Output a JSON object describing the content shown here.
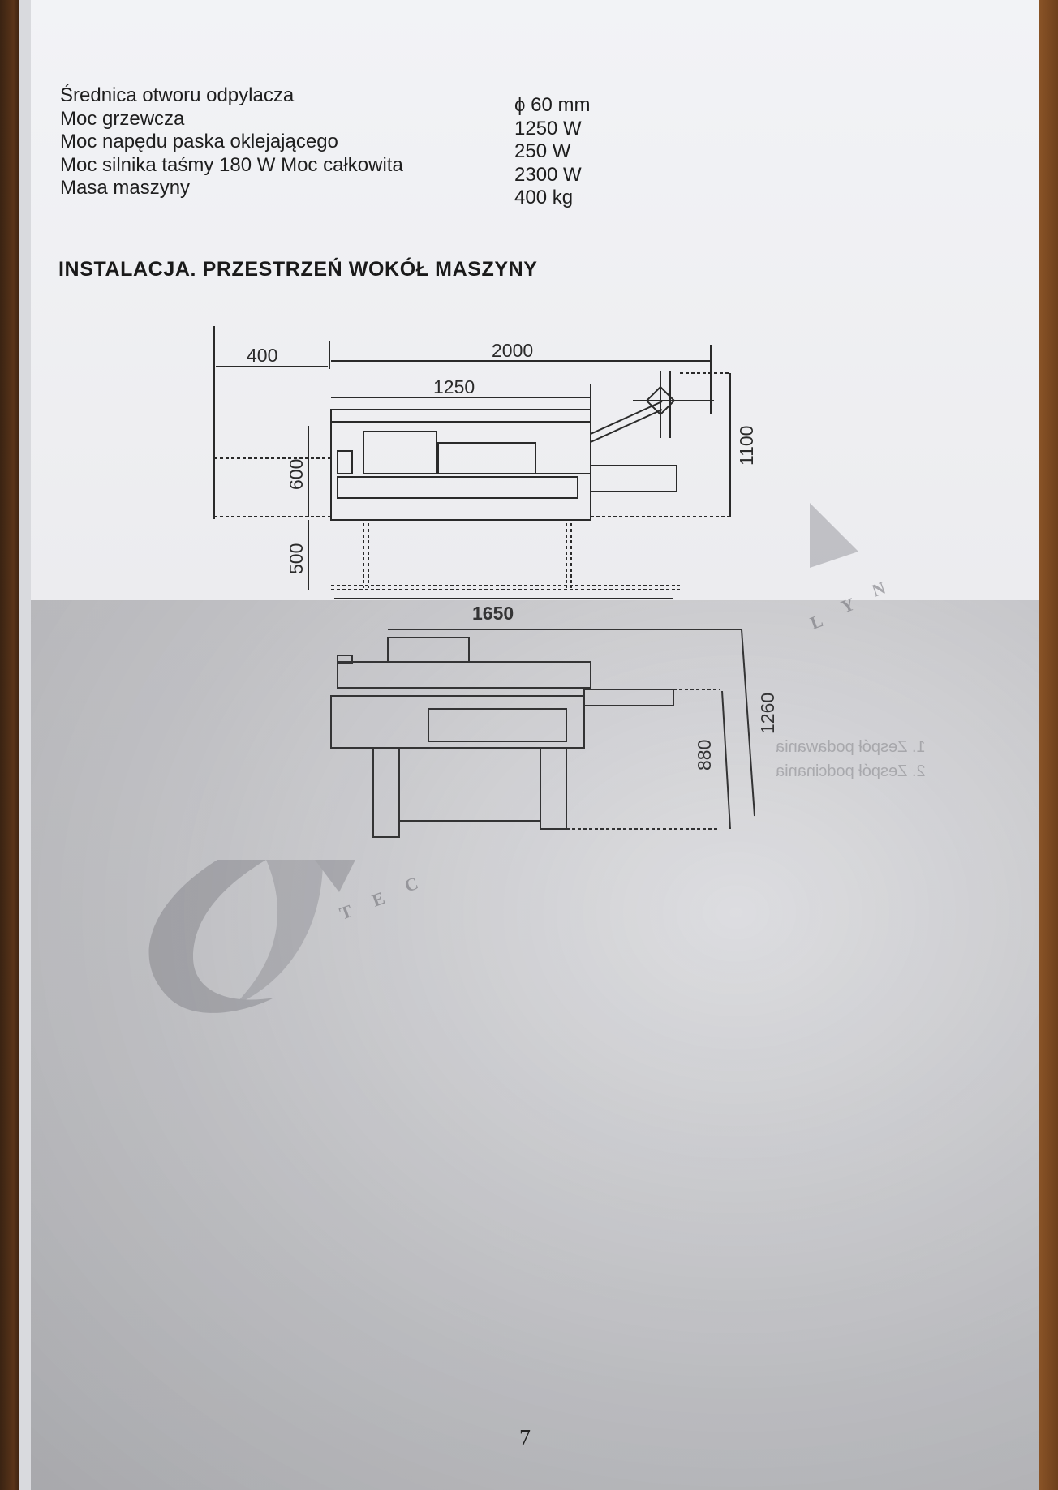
{
  "specs": [
    {
      "label": "Średnica otworu odpylacza",
      "value": "ϕ 60 mm"
    },
    {
      "label": "Moc grzewcza",
      "value": "1250 W"
    },
    {
      "label": "Moc napędu paska oklejającego",
      "value": "250 W"
    },
    {
      "label": "Moc silnika taśmy  180 W Moc całkowita",
      "value": "2300 W"
    },
    {
      "label": "Masa maszyny",
      "value": "400 kg"
    }
  ],
  "heading": "INSTALACJA. PRZESTRZEŃ WOKÓŁ MASZYNY",
  "drawing": {
    "top_view_dims": {
      "left_clearance": "400",
      "total_width": "2000",
      "machine_width": "1250",
      "depth_front": "600",
      "depth_rear": "500",
      "height_right": "1100"
    },
    "side_view_dims": {
      "base_width": "1650",
      "table_height": "880",
      "total_height": "1260"
    }
  },
  "watermark_letters": [
    "T",
    "E",
    "C",
    "L",
    "Y",
    "N"
  ],
  "bleed_through": {
    "right_1": "1. Zespół podawania",
    "right_2": "2. Zespół podcinania"
  },
  "page_number": "7",
  "colors": {
    "paper": "#efeff2",
    "ink": "#1e1e1e",
    "wood": "#6b3f1c"
  }
}
